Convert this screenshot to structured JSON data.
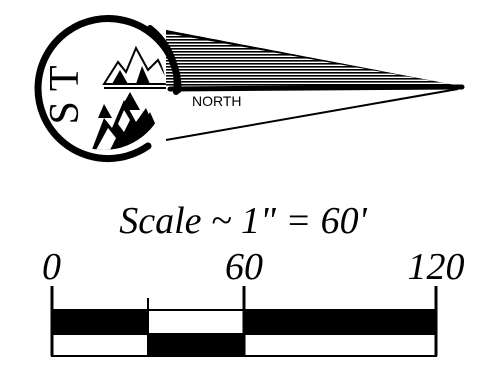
{
  "north_arrow": {
    "label": "NORTH",
    "monogram": "ST"
  },
  "scale_bar": {
    "title": "Scale ~ 1\" = 60'",
    "ticks": [
      "0",
      "60",
      "120"
    ],
    "max_value": 120,
    "units_per_inch": 60,
    "segments": [
      {
        "from": 0,
        "to": 30,
        "top_fill": "#000000",
        "bottom_fill": "#ffffff"
      },
      {
        "from": 30,
        "to": 60,
        "top_fill": "#ffffff",
        "bottom_fill": "#000000"
      },
      {
        "from": 60,
        "to": 120,
        "top_fill": "#000000",
        "bottom_fill": "#ffffff"
      }
    ]
  }
}
